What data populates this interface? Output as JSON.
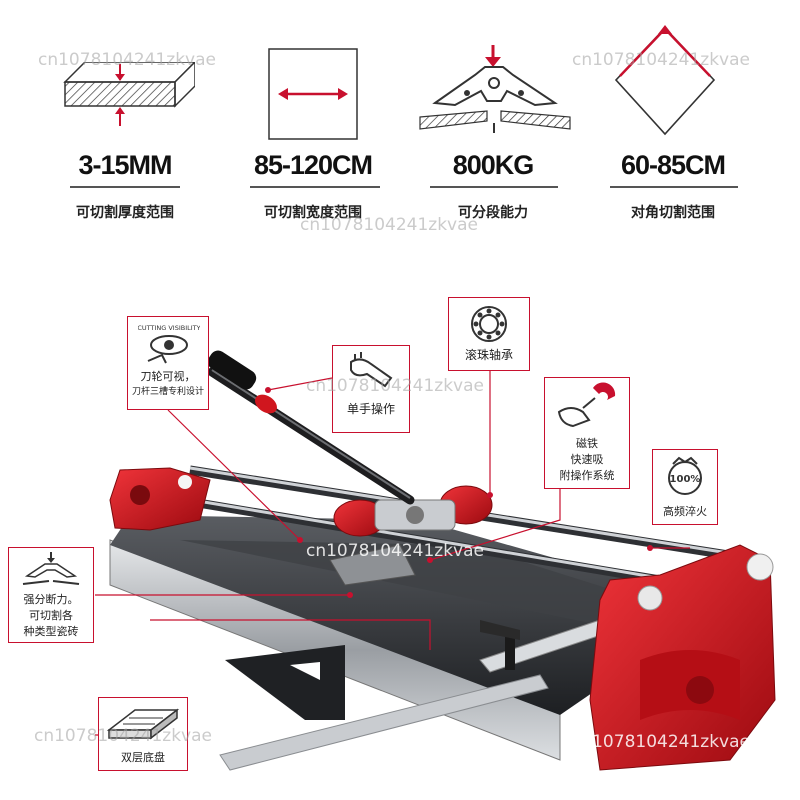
{
  "specs": [
    {
      "value": "3-15MM",
      "label": "可切割厚度范围",
      "icon": "tile-thickness-icon"
    },
    {
      "value": "85-120CM",
      "label": "可切割宽度范围",
      "icon": "cut-width-icon"
    },
    {
      "value": "800KG",
      "label": "可分段能力",
      "icon": "breaking-force-icon"
    },
    {
      "value": "60-85CM",
      "label": "对角切割范围",
      "icon": "diagonal-cut-icon"
    }
  ],
  "callouts": {
    "visibility": {
      "badge": "CUTTING VISIBILITY",
      "line1": "刀轮可视，",
      "line2": "刀杆三槽专利设计"
    },
    "one_hand": "单手操作",
    "bearing": "滚珠轴承",
    "magnet": {
      "line1": "磁铁",
      "line2": "快速吸",
      "line3": "附操作系统"
    },
    "quench": {
      "text": "高频淬火",
      "badge": "100%"
    },
    "breaking": {
      "line1": "强分断力。",
      "line2": "可切割各",
      "line3": "种类型瓷砖"
    },
    "base": "双层底盘"
  },
  "colors": {
    "accent": "#c8102e",
    "frame": "#d01820",
    "rail": "#b9bcc0"
  },
  "watermark": "cn1078104241zkvae"
}
